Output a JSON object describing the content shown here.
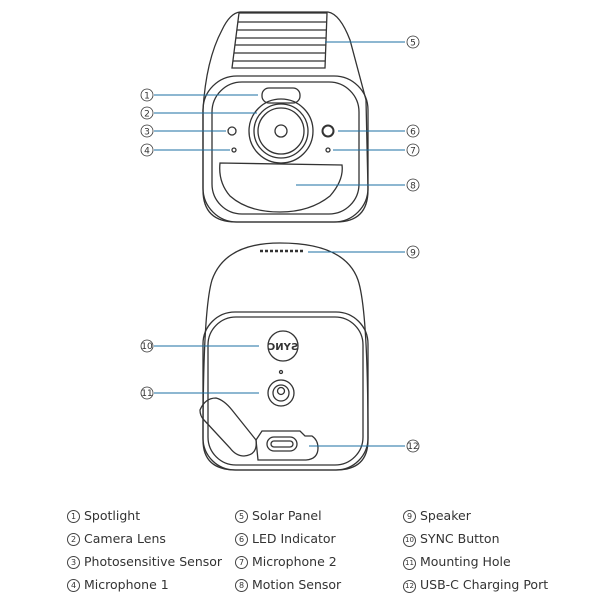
{
  "diagram": {
    "sync_text": "SYNC",
    "callouts": [
      "1",
      "2",
      "3",
      "4",
      "5",
      "6",
      "7",
      "8",
      "9",
      "10",
      "11",
      "12"
    ],
    "leader_color": "#1b6fa3",
    "outline_color": "#333333"
  },
  "legend": [
    {
      "num": "1",
      "label": "Spotlight"
    },
    {
      "num": "2",
      "label": "Camera Lens"
    },
    {
      "num": "3",
      "label": "Photosensitive Sensor"
    },
    {
      "num": "4",
      "label": "Microphone 1"
    },
    {
      "num": "5",
      "label": "Solar Panel"
    },
    {
      "num": "6",
      "label": "LED Indicator"
    },
    {
      "num": "7",
      "label": "Microphone 2"
    },
    {
      "num": "8",
      "label": "Motion Sensor"
    },
    {
      "num": "9",
      "label": "Speaker"
    },
    {
      "num": "10",
      "label": "SYNC Button"
    },
    {
      "num": "11",
      "label": "Mounting Hole"
    },
    {
      "num": "12",
      "label": "USB-C Charging Port"
    }
  ]
}
